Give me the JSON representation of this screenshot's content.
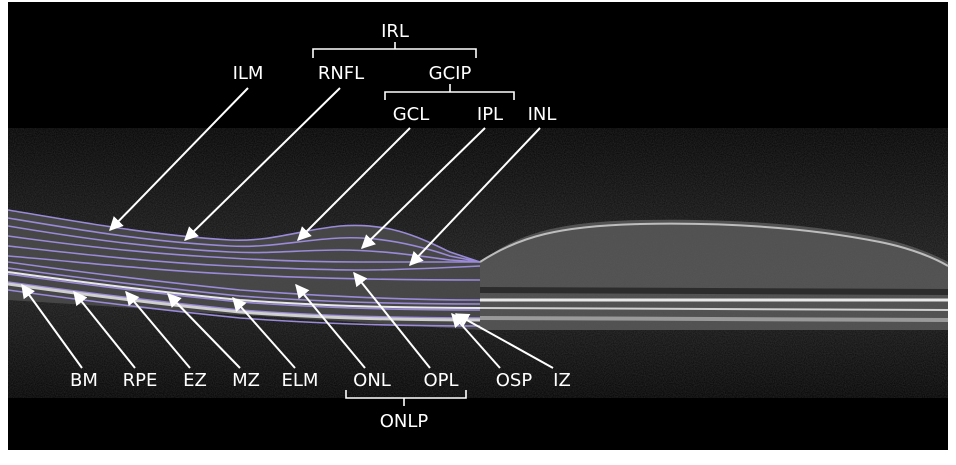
{
  "labels": {
    "irl": "IRL",
    "gcip": "GCIP",
    "ilm": "ILM",
    "rnfl": "RNFL",
    "gcl": "GCL",
    "ipl": "IPL",
    "inl": "INL",
    "bm": "BM",
    "rpe": "RPE",
    "ez": "EZ",
    "mz": "MZ",
    "elm": "ELM",
    "onl": "ONL",
    "opl": "OPL",
    "osp": "OSP",
    "iz": "IZ",
    "onlp": "ONLP"
  },
  "colors": {
    "background": "#000000",
    "frame": "#ffffff",
    "annotation": "#ffffff",
    "segmentation": "#9a8ad8"
  }
}
